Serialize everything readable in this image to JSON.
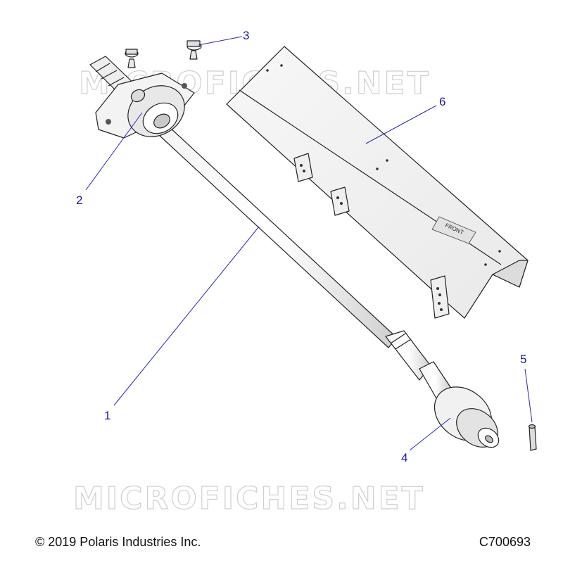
{
  "watermark": "MICROFICHES.NET",
  "callouts": {
    "c1": "1",
    "c2": "2",
    "c3": "3",
    "c4": "4",
    "c5": "5",
    "c6": "6"
  },
  "guard_label": "FRONT",
  "footer": {
    "copyright": "© 2019 Polaris Industries Inc.",
    "catalog_number": "C700693"
  }
}
